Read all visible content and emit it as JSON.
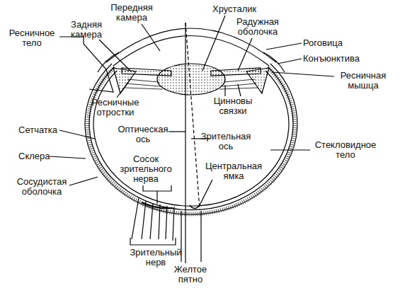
{
  "diagram": {
    "labels": [
      "Передняя камера",
      "Хрусталик",
      "Ресничное тело",
      "Задняя камера",
      "Радужная оболочка",
      "Роговица",
      "Конъюнктива",
      "Ресничные отростки",
      "Цинновы связки",
      "Ресничная мышца",
      "Сетчатка",
      "Оптическая ось",
      "Зрительная ось",
      "Стекловидное тело",
      "Склера",
      "Сосок зрительного нерва",
      "Центральная ямка",
      "Сосудистая оболочка",
      "Зрительный нерв",
      "Желтое пятно"
    ]
  }
}
